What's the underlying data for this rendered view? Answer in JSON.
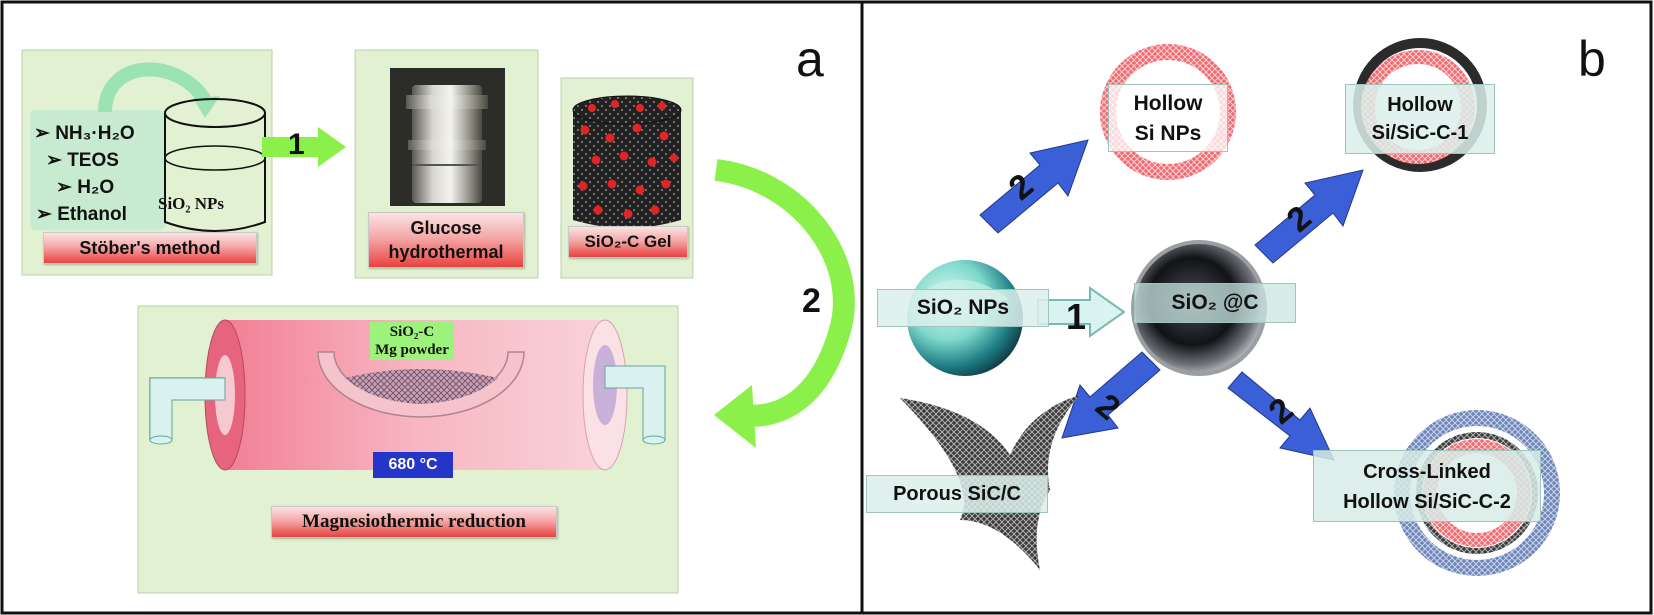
{
  "panel_a": {
    "letter": "a",
    "stober": {
      "reagents": [
        "NH₃·H₂O",
        "TEOS",
        "H₂O",
        "Ethanol"
      ],
      "beaker_label": "SiO₂ NPs",
      "method_label": "Stöber's method"
    },
    "step1": "1",
    "step2": "2",
    "autoclave_label_line1": "Glucose",
    "autoclave_label_line2": "hydrothermal",
    "gel_label": "SiO₂-C Gel",
    "furnace": {
      "boat_label_line1": "SiO₂-C",
      "boat_label_line2": "Mg powder",
      "temperature": "680 °C",
      "process_label": "Magnesiothermic reduction"
    }
  },
  "panel_b": {
    "letter": "b",
    "sio2_label": "SiO₂ NPs",
    "core_shell_label": "SiO₂ @C",
    "step1": "1",
    "step2": "2",
    "hollow_si_line1": "Hollow",
    "hollow_si_line2": "Si NPs",
    "hollow_sic1_line1": "Hollow",
    "hollow_sic1_line2": "Si/SiC-C-1",
    "porous_label": "Porous SiC/C",
    "crosslinked_line1": "Cross-Linked",
    "crosslinked_line2": "Hollow Si/SiC-C-2"
  },
  "colors": {
    "green_arrow": "#8cf04a",
    "blue_arrow": "#3a5fd6",
    "red_shell": "#e8323a",
    "light_green_box": "#e6f3d6",
    "furnace_pink": "#f5a0b0"
  }
}
